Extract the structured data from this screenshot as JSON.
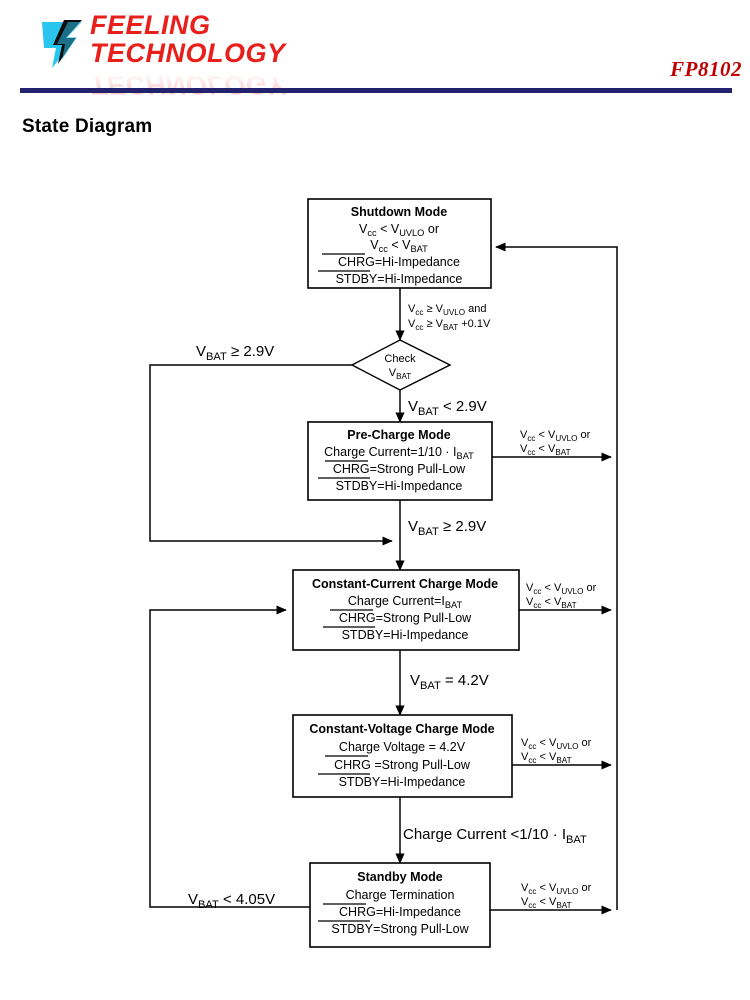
{
  "header": {
    "logo_line1": "FEELING",
    "logo_line2": "TECHNOLOGY",
    "logo_color": "#e8201c",
    "part_number": "FP8102",
    "part_number_color": "#c00000",
    "rule_color": "#22226e"
  },
  "page": {
    "section_title": "State Diagram"
  },
  "diagram": {
    "type": "state-diagram",
    "states": [
      {
        "id": "shutdown",
        "title": "Shutdown Mode",
        "lines": [
          {
            "text": "Vcc < VUVLO or",
            "parts": [
              {
                "t": "V",
                "s": "cc"
              },
              {
                "t": " < "
              },
              {
                "t": "V",
                "s": "UVLO"
              },
              {
                "t": " or"
              }
            ]
          },
          {
            "text": "Vcc < VBAT",
            "parts": [
              {
                "t": "V",
                "s": "cc"
              },
              {
                "t": " < "
              },
              {
                "t": "V",
                "s": "BAT"
              }
            ]
          },
          {
            "text": "CHRG=Hi-Impedance",
            "overline": "CHRG"
          },
          {
            "text": "STDBY=Hi-Impedance",
            "overline": "STDBY"
          }
        ]
      },
      {
        "id": "precharge",
        "title": "Pre-Charge Mode",
        "lines": [
          {
            "text": "Charge Current=1/10 · IBAT"
          },
          {
            "text": "CHRG=Strong Pull-Low",
            "overline": "CHRG"
          },
          {
            "text": "STDBY=Hi-Impedance",
            "overline": "STDBY"
          }
        ]
      },
      {
        "id": "cc-charge",
        "title": "Constant-Current Charge Mode",
        "lines": [
          {
            "text": "Charge Current=IBAT"
          },
          {
            "text": "CHRG=Strong Pull-Low",
            "overline": "CHRG"
          },
          {
            "text": "STDBY=Hi-Impedance",
            "overline": "STDBY"
          }
        ]
      },
      {
        "id": "cv-charge",
        "title": "Constant-Voltage Charge Mode",
        "lines": [
          {
            "text": "Charge Voltage = 4.2V"
          },
          {
            "text": "CHRG =Strong Pull-Low",
            "overline": "CHRG"
          },
          {
            "text": "STDBY=Hi-Impedance",
            "overline": "STDBY"
          }
        ]
      },
      {
        "id": "standby",
        "title": "Standby Mode",
        "lines": [
          {
            "text": "Charge Termination"
          },
          {
            "text": "CHRG=Hi-Impedance",
            "overline": "CHRG"
          },
          {
            "text": "STDBY=Strong Pull-Low",
            "overline": "STDBY"
          }
        ]
      }
    ],
    "decision": {
      "id": "check-vbat",
      "line1": "Check",
      "line2": "VBAT"
    },
    "text": {
      "state_titles": {
        "shutdown": "Shutdown Mode",
        "precharge": "Pre-Charge Mode",
        "cc": "Constant-Current Charge Mode",
        "cv": "Constant-Voltage Charge Mode",
        "standby": "Standby Mode"
      },
      "shutdown_l1_a": "V",
      "shutdown_l1_b": "cc",
      "shutdown_l1_c": " < V",
      "shutdown_l1_d": "UVLO",
      "shutdown_l1_e": " or",
      "shutdown_l2_a": "V",
      "shutdown_l2_b": "cc",
      "shutdown_l2_c": " < V",
      "shutdown_l2_d": "BAT",
      "chrg_hiz": "CHRG=Hi-Impedance",
      "stdby_hiz": "STDBY=Hi-Impedance",
      "chrg_low": "CHRG=Strong Pull-Low",
      "stdby_low": "STDBY=Strong Pull-Low",
      "chrg_low_sp": "CHRG =Strong Pull-Low",
      "precharge_current_a": "Charge Current=1/10 · I",
      "precharge_current_b": "BAT",
      "cc_current_a": "Charge Current=I",
      "cc_current_b": "BAT",
      "cv_voltage": "Charge Voltage = 4.2V",
      "standby_term": "Charge Termination",
      "check_line1": "Check",
      "check_line2_a": "V",
      "check_line2_b": "BAT"
    },
    "transitions": {
      "enter_check_l1_a": "V",
      "enter_check_l1_b": "cc",
      "enter_check_l1_c": " ≥ V",
      "enter_check_l1_d": "UVLO",
      "enter_check_l1_e": " and",
      "enter_check_l2_a": "V",
      "enter_check_l2_b": "cc",
      "enter_check_l2_c": " ≥ V",
      "enter_check_l2_d": "BAT",
      "enter_check_l2_e": " +0.1V",
      "vbat_ge_29_left_a": "V",
      "vbat_ge_29_left_b": "BAT",
      "vbat_ge_29_left_c": " ≥ 2.9V",
      "vbat_lt_29_a": "V",
      "vbat_lt_29_b": "BAT",
      "vbat_lt_29_c": " < 2.9V",
      "vbat_ge_29_down_a": "V",
      "vbat_ge_29_down_b": "BAT",
      "vbat_ge_29_down_c": " ≥ 2.9V",
      "vbat_eq_42_a": "V",
      "vbat_eq_42_b": "BAT",
      "vbat_eq_42_c": " = 4.2V",
      "charge_current_term_a": "Charge Current <1/10 · I",
      "charge_current_term_b": "BAT",
      "vbat_lt_405_a": "V",
      "vbat_lt_405_b": "BAT",
      "vbat_lt_405_c": " < 4.05V",
      "fault_l1_a": "V",
      "fault_l1_b": "cc",
      "fault_l1_c": " < V",
      "fault_l1_d": "UVLO",
      "fault_l1_e": " or",
      "fault_l2_a": "V",
      "fault_l2_b": "cc",
      "fault_l2_c": " < V",
      "fault_l2_d": "BAT"
    }
  }
}
